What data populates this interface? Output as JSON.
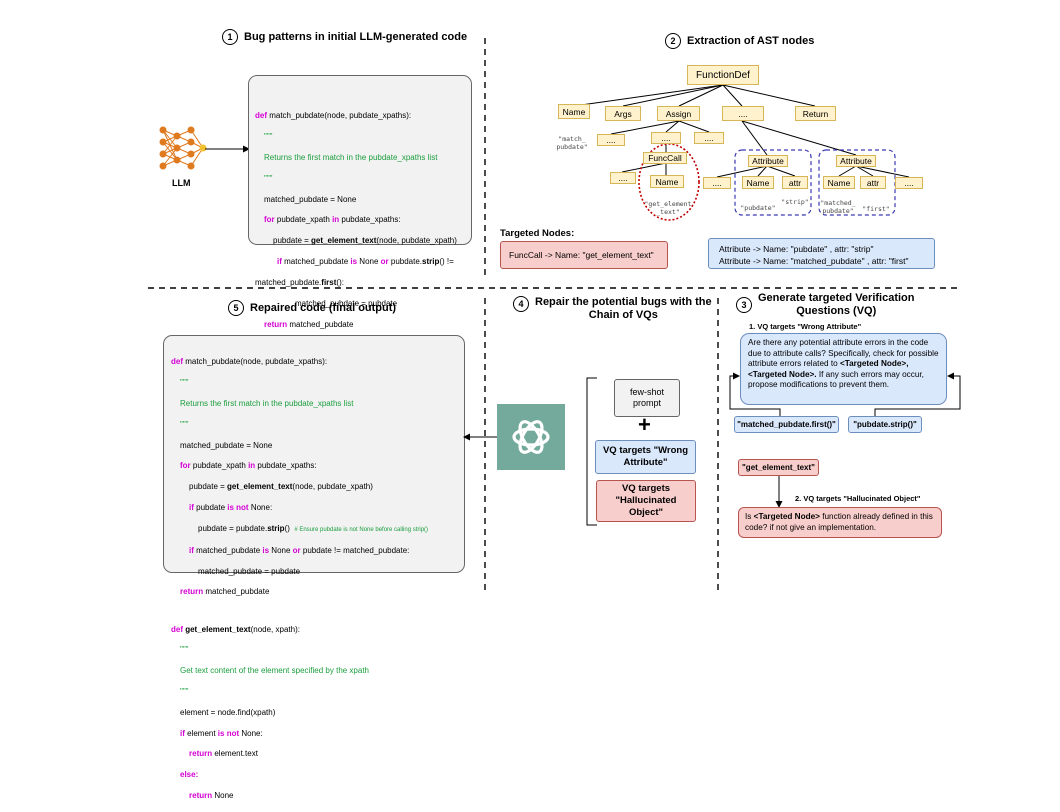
{
  "sections": {
    "s1": {
      "num": "1",
      "title": "Bug patterns in initial LLM-generated code"
    },
    "s2": {
      "num": "2",
      "title": "Extraction of AST nodes"
    },
    "s3": {
      "num": "3",
      "title_line1": "Generate targeted Verification",
      "title_line2": "Questions (VQ)"
    },
    "s4": {
      "num": "4",
      "title_line1": "Repair the potential bugs with the",
      "title_line2": "Chain of VQs"
    },
    "s5": {
      "num": "5",
      "title": "Repaired code (final output)"
    }
  },
  "llm_label": "LLM",
  "initial_code": {
    "l1_kw": "def",
    "l1": " match_pubdate(node, pubdate_xpaths):",
    "l2": "\"\"\"",
    "l3": "Returns the first match in the pubdate_xpaths list",
    "l4": "\"\"\"",
    "l5": "matched_pubdate = None",
    "l6_kw": "for",
    "l6a": " pubdate_xpath ",
    "l6_kw2": "in",
    "l6b": " pubdate_xpaths:",
    "l7a": "pubdate = ",
    "l7_fn": "get_element_text",
    "l7b": "(node, pubdate_xpath)",
    "l8_kw": "if",
    "l8a": " matched_pubdate ",
    "l8_kw2": "is",
    "l8b": " None ",
    "l8_kw3": "or",
    "l8c": " pubdate.",
    "l8_fn": "strip",
    "l8d": "() !=",
    "l9a": "matched_pubdate.",
    "l9_fn": "first",
    "l9b": "():",
    "l10": "matched_pubdate = pubdate",
    "l11_kw": "return",
    "l11": " matched_pubdate"
  },
  "ast": {
    "root": "FunctionDef",
    "name": "Name",
    "args": "Args",
    "assign": "Assign",
    "dots": "....",
    "ret": "Return",
    "name_label": "\"match_\npubdate\"",
    "funccall": "FuncCall",
    "fc_name": "Name",
    "fc_label": "\"get_element\n_text\"",
    "attr1": "Attribute",
    "attr1_name": "Name",
    "attr1_attr": "attr",
    "attr1_name_label": "\"pubdate\"",
    "attr1_attr_label": "\"strip\"",
    "attr2": "Attribute",
    "attr2_name": "Name",
    "attr2_attr": "attr",
    "attr2_name_label": "\"matched_\npubdate\"",
    "attr2_attr_label": "\"first\""
  },
  "targeted": {
    "title": "Targeted Nodes:",
    "funccall": "FuncCall -> Name: \"get_element_text\"",
    "attr_line1": "Attribute -> Name: \"pubdate\" , attr: \"strip\"",
    "attr_line2": "Attribute -> Name: \"matched_pubdate\" , attr: \"first\""
  },
  "repaired_code": {
    "r1_kw": "def",
    "r1": " match_pubdate(node, pubdate_xpaths):",
    "r2": "\"\"\"",
    "r3": "Returns the first match in the pubdate_xpaths list",
    "r4": "\"\"\"",
    "r5": "matched_pubdate = None",
    "r6_kw": "for",
    "r6a": " pubdate_xpath ",
    "r6_kw2": "in",
    "r6b": " pubdate_xpaths:",
    "r7a": "pubdate = ",
    "r7_fn": "get_element_text",
    "r7b": "(node, pubdate_xpath)",
    "r8_kw": "if",
    "r8a": " pubdate ",
    "r8_kw2": "is not",
    "r8b": " None:",
    "r9a": "pubdate = pubdate.",
    "r9_fn": "strip",
    "r9b": "()  ",
    "r9_cm": "# Ensure pubdate is not None before calling strip()",
    "r10_kw": "if",
    "r10a": " matched_pubdate ",
    "r10_kw2": "is",
    "r10b": " None ",
    "r10_kw3": "or",
    "r10c": " pubdate != matched_pubdate:",
    "r11": "matched_pubdate = pubdate",
    "r12_kw": "return",
    "r12": " matched_pubdate",
    "r13_kw": "def",
    "r13_fn": " get_element_text",
    "r13": "(node, xpath):",
    "r14": "\"\"\"",
    "r15": "Get text content of the element specified by the xpath",
    "r16": "\"\"\"",
    "r17": "element = node.find(xpath)",
    "r18_kw": "if",
    "r18a": " element ",
    "r18_kw2": "is not",
    "r18b": " None:",
    "r19_kw": "return",
    "r19": " element.text",
    "r20_kw": "else:",
    "r21_kw": "return",
    "r21": " None"
  },
  "chain": {
    "fewshot": "few-shot\nprompt",
    "plus": "+",
    "vq1": "VQ targets \"Wrong\nAttribute\"",
    "vq2": "VQ targets\n\"Hallucinated\nObject\""
  },
  "vq": {
    "vq1_title": "1. VQ targets \"Wrong Attribute\"",
    "vq1_text_a": "Are there any potential attribute errors in the code due to attribute calls? Specifically, check for possible attribute errors related to",
    "vq1_tn": "<Targeted Node>, <Targeted Node>.",
    "vq1_text_b": "If any such errors may occur, propose modifications to prevent them.",
    "vq1_node1": "\"matched_pubdate.first()\"",
    "vq1_node2": "\"pubdate.strip()\"",
    "vq2_node": "\"get_element_text\"",
    "vq2_title": "2. VQ targets \"Hallucinated Object\"",
    "vq2_text_a": "Is ",
    "vq2_tn": "<Targeted Node>",
    "vq2_text_b": " function already defined in this code? if not give an implementation."
  },
  "colors": {
    "keyword": "#d400d4",
    "comment": "#1b9e3e",
    "node_fill": "#fff2cc",
    "pink": "#f8cecc",
    "blue": "#dae8fc",
    "gpt": "#74aa9c"
  }
}
